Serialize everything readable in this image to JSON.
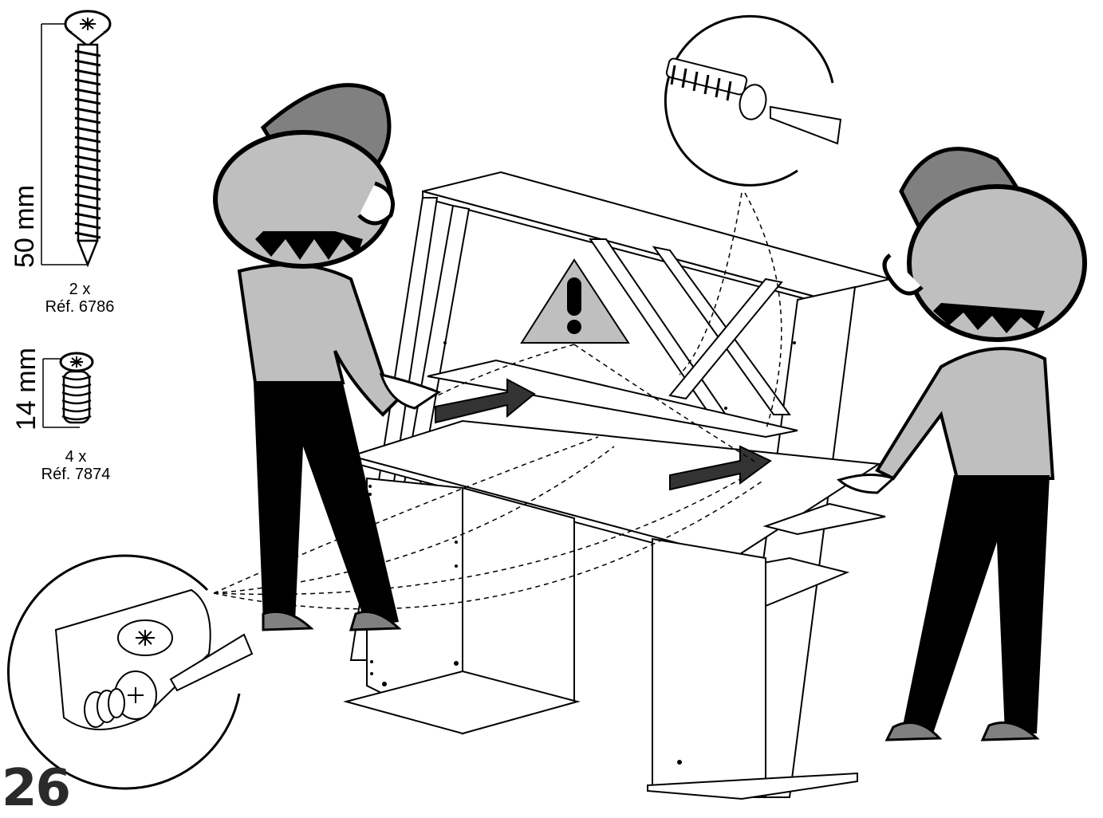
{
  "step_number": "26",
  "parts": [
    {
      "length": "50 mm",
      "quantity": "2 x",
      "reference": "Réf. 6786",
      "icon": "long-wood-screw-icon"
    },
    {
      "length": "14 mm",
      "quantity": "4 x",
      "reference": "Réf. 7874",
      "icon": "cam-bolt-screw-icon"
    }
  ],
  "warning_icon": "warning-triangle-icon",
  "detail_views": [
    "screwdriver-insert-screw-detail",
    "cam-lock-tighten-detail"
  ],
  "colors": {
    "line": "#000000",
    "skin_gray": "#bfbfbf",
    "cap_gray": "#808080",
    "pants": "#000000"
  }
}
